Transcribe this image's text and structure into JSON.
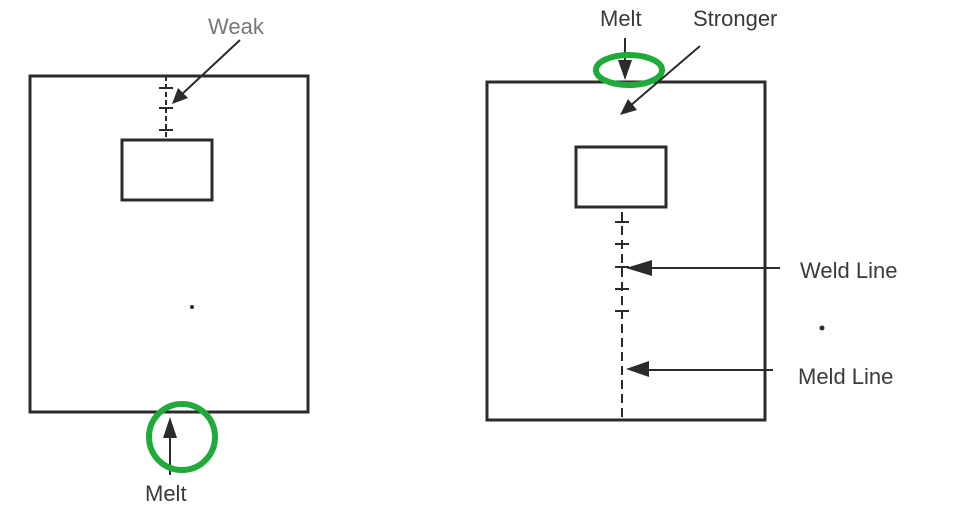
{
  "diagrams": [
    {
      "id": "left",
      "labels": {
        "weak": "Weak",
        "melt": "Melt"
      },
      "description": "Gate at bottom; weld line forms above the insert at the top, annotated as weak"
    },
    {
      "id": "right",
      "labels": {
        "melt": "Melt",
        "stronger": "Stronger",
        "weld_line": "Weld Line",
        "meld_line": "Meld Line"
      },
      "description": "Gate at top; weld line below the insert transitions to a meld line"
    }
  ],
  "colors": {
    "line": "#2b2b2b",
    "highlight": "#1faa3a",
    "weak_text": "#777777"
  }
}
